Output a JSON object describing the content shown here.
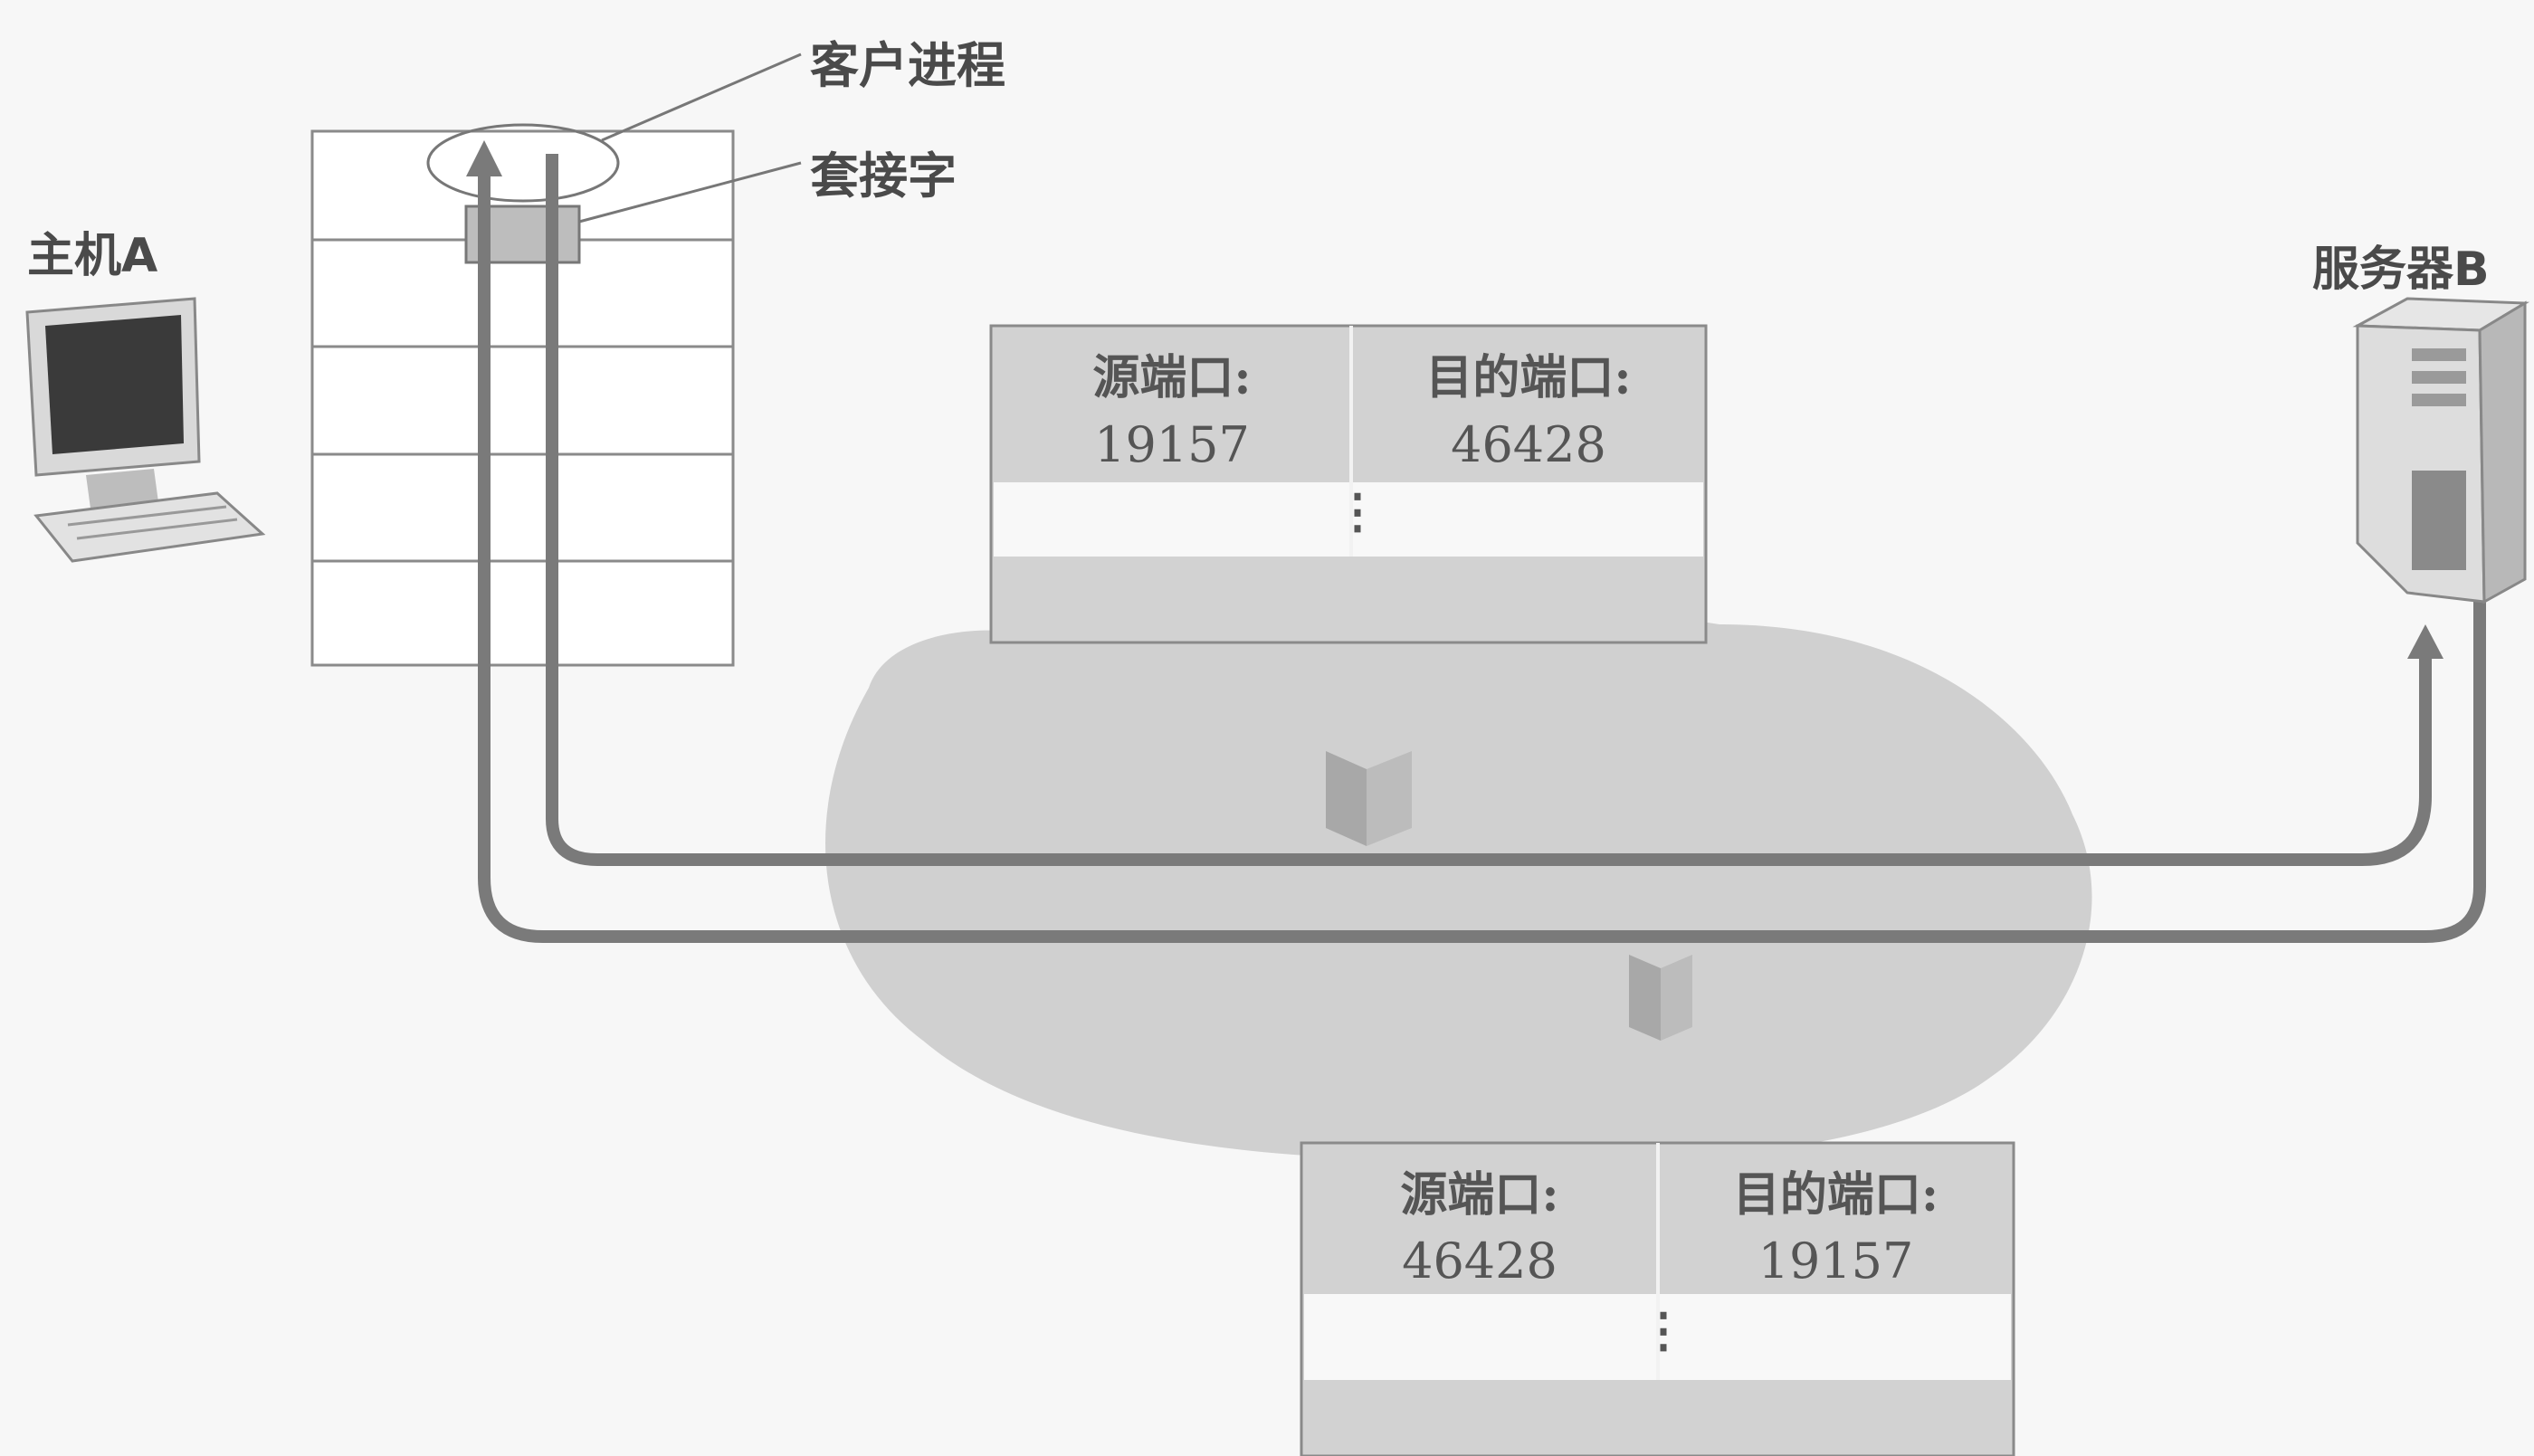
{
  "labels": {
    "host_a": "主机A",
    "server_b": "服务器B",
    "client_process": "客户进程",
    "socket": "套接字"
  },
  "segment_a_to_b": {
    "src_label": "源端口:",
    "src_port": "19157",
    "dst_label": "目的端口:",
    "dst_port": "46428",
    "ellipsis": "⋮"
  },
  "segment_b_to_a": {
    "src_label": "源端口:",
    "src_port": "46428",
    "dst_label": "目的端口:",
    "dst_port": "19157",
    "ellipsis": "⋮"
  },
  "icons": {
    "host": "desktop-computer-icon",
    "server": "tower-server-icon"
  },
  "colors": {
    "background": "#f7f7f7",
    "cloud": "#c9c9c9",
    "path_line": "#7a7a7a",
    "header_row": "#cfcfcf",
    "socket_fill": "#bdbdbd"
  }
}
